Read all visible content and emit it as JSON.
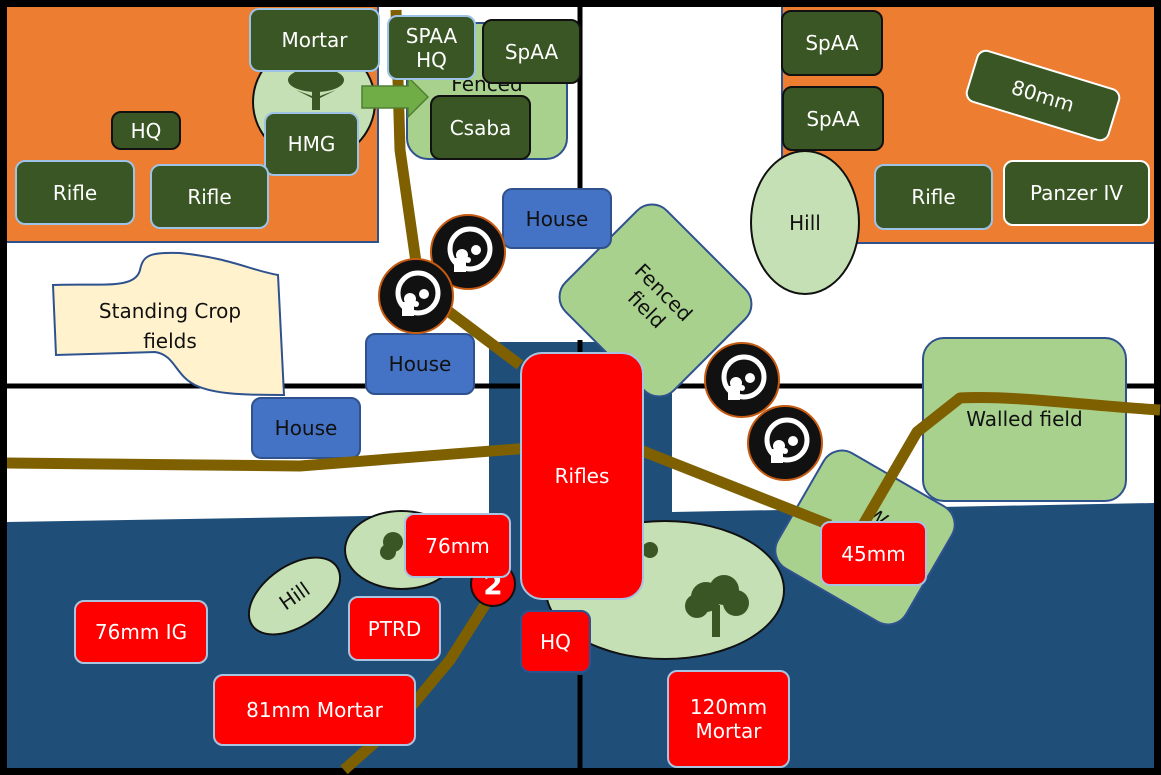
{
  "map": {
    "colors": {
      "german_zone": "#ed7d31",
      "soviet_zone": "#1f4e79",
      "german_unit": "#3a5624",
      "soviet_unit": "#ff0000",
      "house": "#4472c4",
      "field": "#a9d18e",
      "hill": "#c5e0b4",
      "road": "#7f6000",
      "crop_field": "#fff2cc",
      "arrow": "#70ad47"
    },
    "terrain": {
      "crop_field": "Standing Crop fields",
      "fenced_field_top": "Fenced",
      "fenced_field_center": "Fenced field",
      "walled_field": "Walled field",
      "walled_small": "W",
      "hill_ne": "Hill",
      "hill_sw": "Hill",
      "houses": [
        "House",
        "House",
        "House"
      ]
    },
    "german_units": {
      "mortar": "Mortar",
      "spaa_hq": "SPAA HQ",
      "spaa_1": "SpAA",
      "spaa_2": "SpAA",
      "spaa_3": "SpAA",
      "hq": "HQ",
      "hmg": "HMG",
      "csaba": "Csaba",
      "rifle_1": "Rifle",
      "rifle_2": "Rifle",
      "rifle_3": "Rifle",
      "gun_80mm": "80mm",
      "panzer": "Panzer IV"
    },
    "soviet_units": {
      "rifles": "Rifles",
      "gun_76mm": "76mm",
      "gun_76mm_ig": "76mm IG",
      "ptrd": "PTRD",
      "hq": "HQ",
      "mortar_81": "81mm Mortar",
      "mortar_120": "120mm Mortar",
      "gun_45mm": "45mm"
    },
    "markers": {
      "objective_number": "2",
      "casualty_icons": [
        "skull-icon",
        "skull-icon",
        "skull-icon",
        "skull-icon"
      ]
    }
  }
}
